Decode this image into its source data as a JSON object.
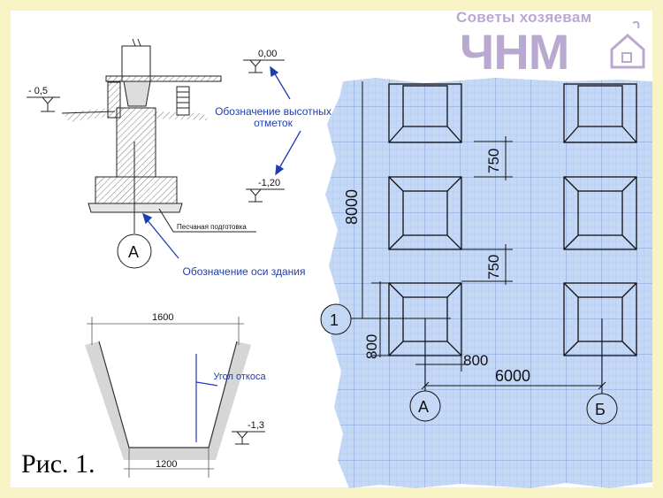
{
  "logo": {
    "subtitle": "Советы хозяевам",
    "title": "ЧНМ"
  },
  "caption": "Рис. 1.",
  "section": {
    "level_00": "0,00",
    "level_m05": "- 0,5",
    "level_m120": "-1,20",
    "ann_levels": "Обозначение высотных отметок",
    "ann_axis": "Обозначение оси здания",
    "sand": "Песчаная подготовка",
    "axis_label": "А"
  },
  "trench": {
    "top_width": "1600",
    "bottom_width": "1200",
    "slope": "Угол откоса",
    "level": "-1,3"
  },
  "plan": {
    "dim_750_upper": "750",
    "dim_750_lower": "750",
    "dim_8000": "8000",
    "dim_800_v": "800",
    "dim_800_h": "800",
    "dim_6000": "6000",
    "axis_row": "1",
    "axis_col_a": "А",
    "axis_col_b": "Б"
  },
  "colors": {
    "frame": "#f7f3c4",
    "paper": "#bcd3f4",
    "grid": "#8fb0e6",
    "ink": "#1f3db0",
    "logo": "#b9a8cf"
  }
}
